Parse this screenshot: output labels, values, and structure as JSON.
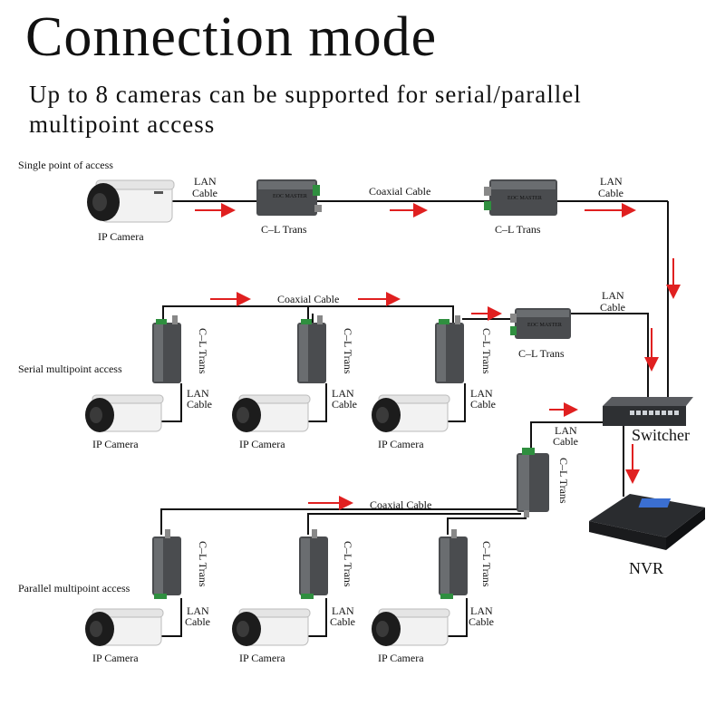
{
  "header": {
    "title": "Connection mode",
    "subtitle": "Up to 8 cameras can be supported for serial/parallel multipoint access"
  },
  "sections": {
    "single": "Single point of access",
    "serial": "Serial multipoint access",
    "parallel": "Parallel multipoint access"
  },
  "labels": {
    "lan_cable_line1": "LAN",
    "lan_cable_line2": "Cable",
    "coaxial_cable": "Coaxial Cable",
    "trans": "C–L Trans",
    "ip_camera": "IP Camera",
    "switcher": "Switcher",
    "nvr": "NVR",
    "device_brand": "EOC MASTER"
  },
  "colors": {
    "arrow": "#e02020",
    "device_body": "#4a4c4f",
    "device_top": "#6a6d70",
    "line": "#111111"
  }
}
